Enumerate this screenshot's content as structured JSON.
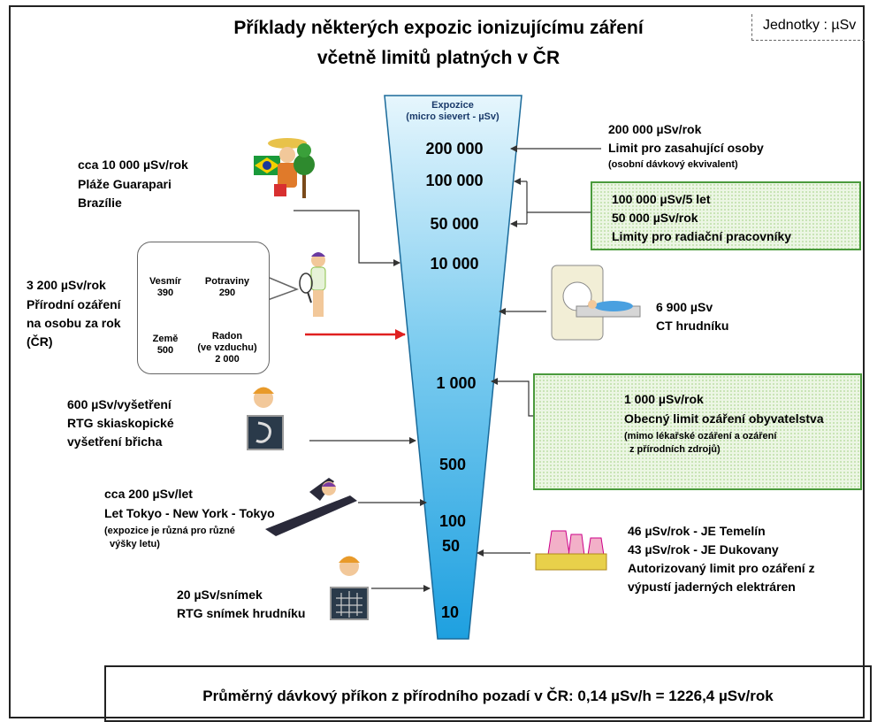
{
  "title": {
    "line1": "Příklady některých expozic ionizujícímu záření",
    "line2": "včetně limitů platných v ČR"
  },
  "units": "Jednotky :  µSv",
  "scale": {
    "header_line1": "Expozice",
    "header_line2": "(micro sievert - µSv)",
    "ticks": [
      "200 000",
      "100 000",
      "50 000",
      "10 000",
      "1 000",
      "500",
      "100",
      "50",
      "10"
    ]
  },
  "left": {
    "brazil": {
      "line1": "cca 10 000 µSv/rok",
      "line2": "Pláže Guarapari",
      "line3": "Brazílie"
    },
    "natural": {
      "line1": "3 200 µSv/rok",
      "line2": "Přírodní ozáření",
      "line3": "na osobu za rok",
      "line4": "(ČR)"
    },
    "bubble": {
      "vesmir": {
        "label": "Vesmír",
        "value": "390"
      },
      "potraviny": {
        "label": "Potraviny",
        "value": "290"
      },
      "zeme": {
        "label": "Země",
        "value": "500"
      },
      "radon": {
        "label": "Radon",
        "label2": "(ve vzduchu)",
        "value": "2 000"
      }
    },
    "abdomen": {
      "line1": "600 µSv/vyšetření",
      "line2": "RTG skiaskopické",
      "line3": "vyšetření břicha"
    },
    "flight": {
      "line1": "cca 200 µSv/let",
      "line2": "Let Tokyo - New York - Tokyo",
      "note1": "(expozice je různá pro různé",
      "note2": "výšky letu)"
    },
    "chest": {
      "line1": "20 µSv/snímek",
      "line2": "RTG snímek hrudníku"
    }
  },
  "right": {
    "emergency": {
      "line1": "200 000 µSv/rok",
      "line2": "Limit pro zasahující osoby",
      "note": "(osobní dávkový ekvivalent)"
    },
    "workers": {
      "line1": "100 000 µSv/5 let",
      "line2": "50 000 µSv/rok",
      "line3": "Limity pro radiační pracovníky"
    },
    "ct": {
      "line1": "6 900 µSv",
      "line2": "CT hrudníku"
    },
    "public": {
      "line1": "1 000 µSv/rok",
      "line2": "Obecný limit ozáření obyvatelstva",
      "note1": "(mimo lékařské ozáření a ozáření",
      "note2": "z přírodních zdrojů)"
    },
    "nuclear": {
      "line1": "46 µSv/rok - JE Temelín",
      "line2": "43 µSv/rok - JE Dukovany",
      "line3": "Autorizovaný limit pro ozáření z",
      "line4": "výpustí jaderných elektráren"
    }
  },
  "footer": "Průměrný dávkový příkon z přírodního pozadí v ČR:  0,14 µSv/h = 1226,4 µSv/rok",
  "colors": {
    "funnel_top": "#e6f6fd",
    "funnel_bottom": "#1ea0e0",
    "green_border": "#4a9a3c",
    "red_arrow": "#e02020"
  }
}
